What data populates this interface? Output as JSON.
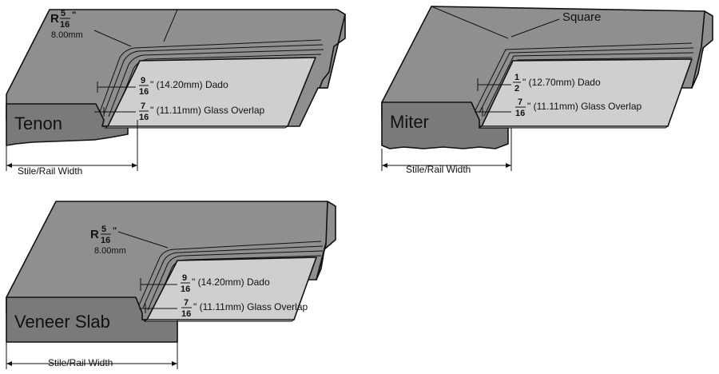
{
  "tenon": {
    "name": "Tenon",
    "radius_prefix": "R",
    "radius_num": "5",
    "radius_den": "16",
    "radius_unit": "\"",
    "radius_mm": "8.00mm",
    "dado_num": "9",
    "dado_den": "16",
    "dado_text": "\" (14.20mm) Dado",
    "overlap_num": "7",
    "overlap_den": "16",
    "overlap_text": "\" (11.11mm) Glass Overlap",
    "width_label": "Stile/Rail Width"
  },
  "miter": {
    "name": "Miter",
    "corner_label": "Square",
    "dado_num": "1",
    "dado_den": "2",
    "dado_text": "\" (12.70mm) Dado",
    "overlap_num": "7",
    "overlap_den": "16",
    "overlap_text": "\" (11.11mm) Glass Overlap",
    "width_label": "Stile/Rail Width"
  },
  "veneer": {
    "name": "Veneer Slab",
    "radius_prefix": "R",
    "radius_num": "5",
    "radius_den": "16",
    "radius_unit": "\"",
    "radius_mm": "8.00mm",
    "dado_num": "9",
    "dado_den": "16",
    "dado_text": "\" (14.20mm) Dado",
    "overlap_num": "7",
    "overlap_den": "16",
    "overlap_text": "\" (11.11mm) Glass Overlap",
    "width_label": "Stile/Rail Width"
  }
}
